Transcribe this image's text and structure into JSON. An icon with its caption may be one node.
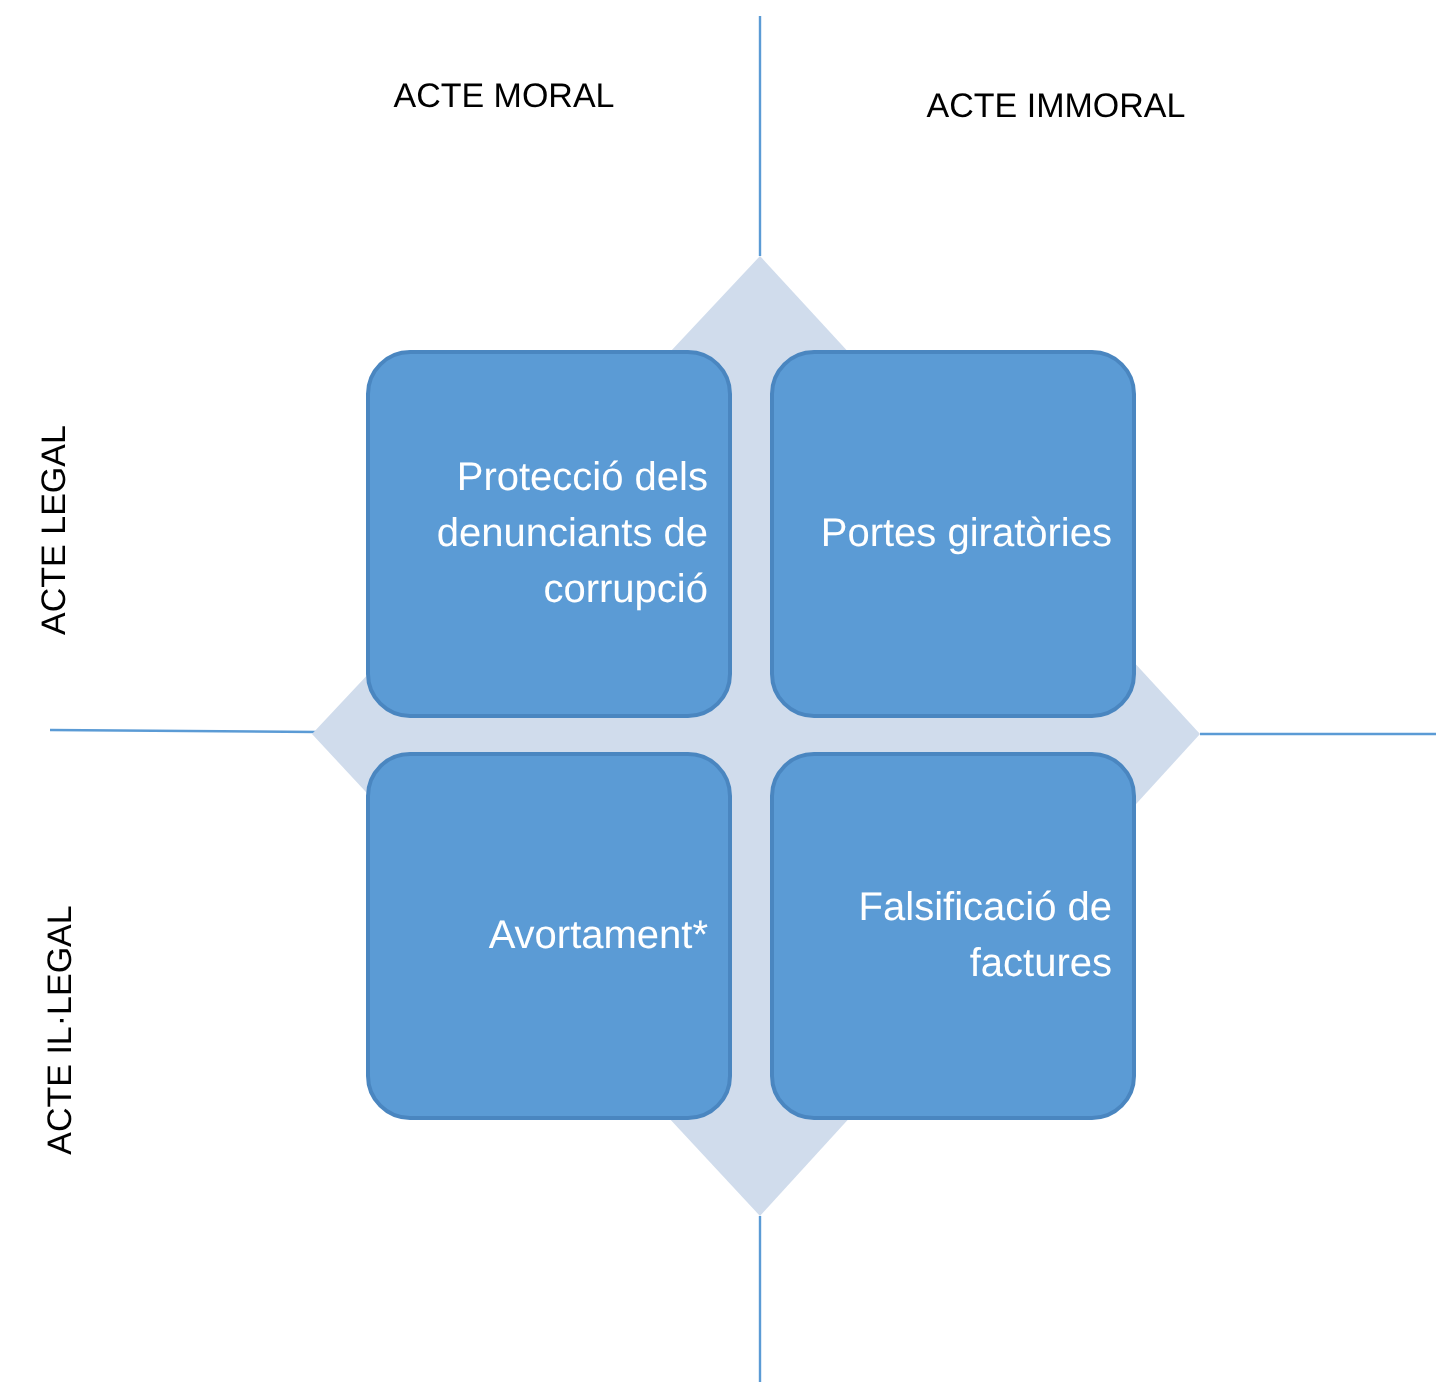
{
  "diagram": {
    "nodes": [
      {
        "text": [
          "Protecció dels denunciants de corrupció"
        ]
      },
      {
        "text": [
          "Portes giratòries"
        ]
      },
      {
        "text": [
          "Avortament*"
        ]
      },
      {
        "text": [
          "Falsificació de factures"
        ]
      }
    ],
    "labels": [
      "ACTE MORAL",
      "ACTE IMMORAL",
      "ACTE LEGAL",
      "ACTE IL·LEGAL"
    ]
  }
}
